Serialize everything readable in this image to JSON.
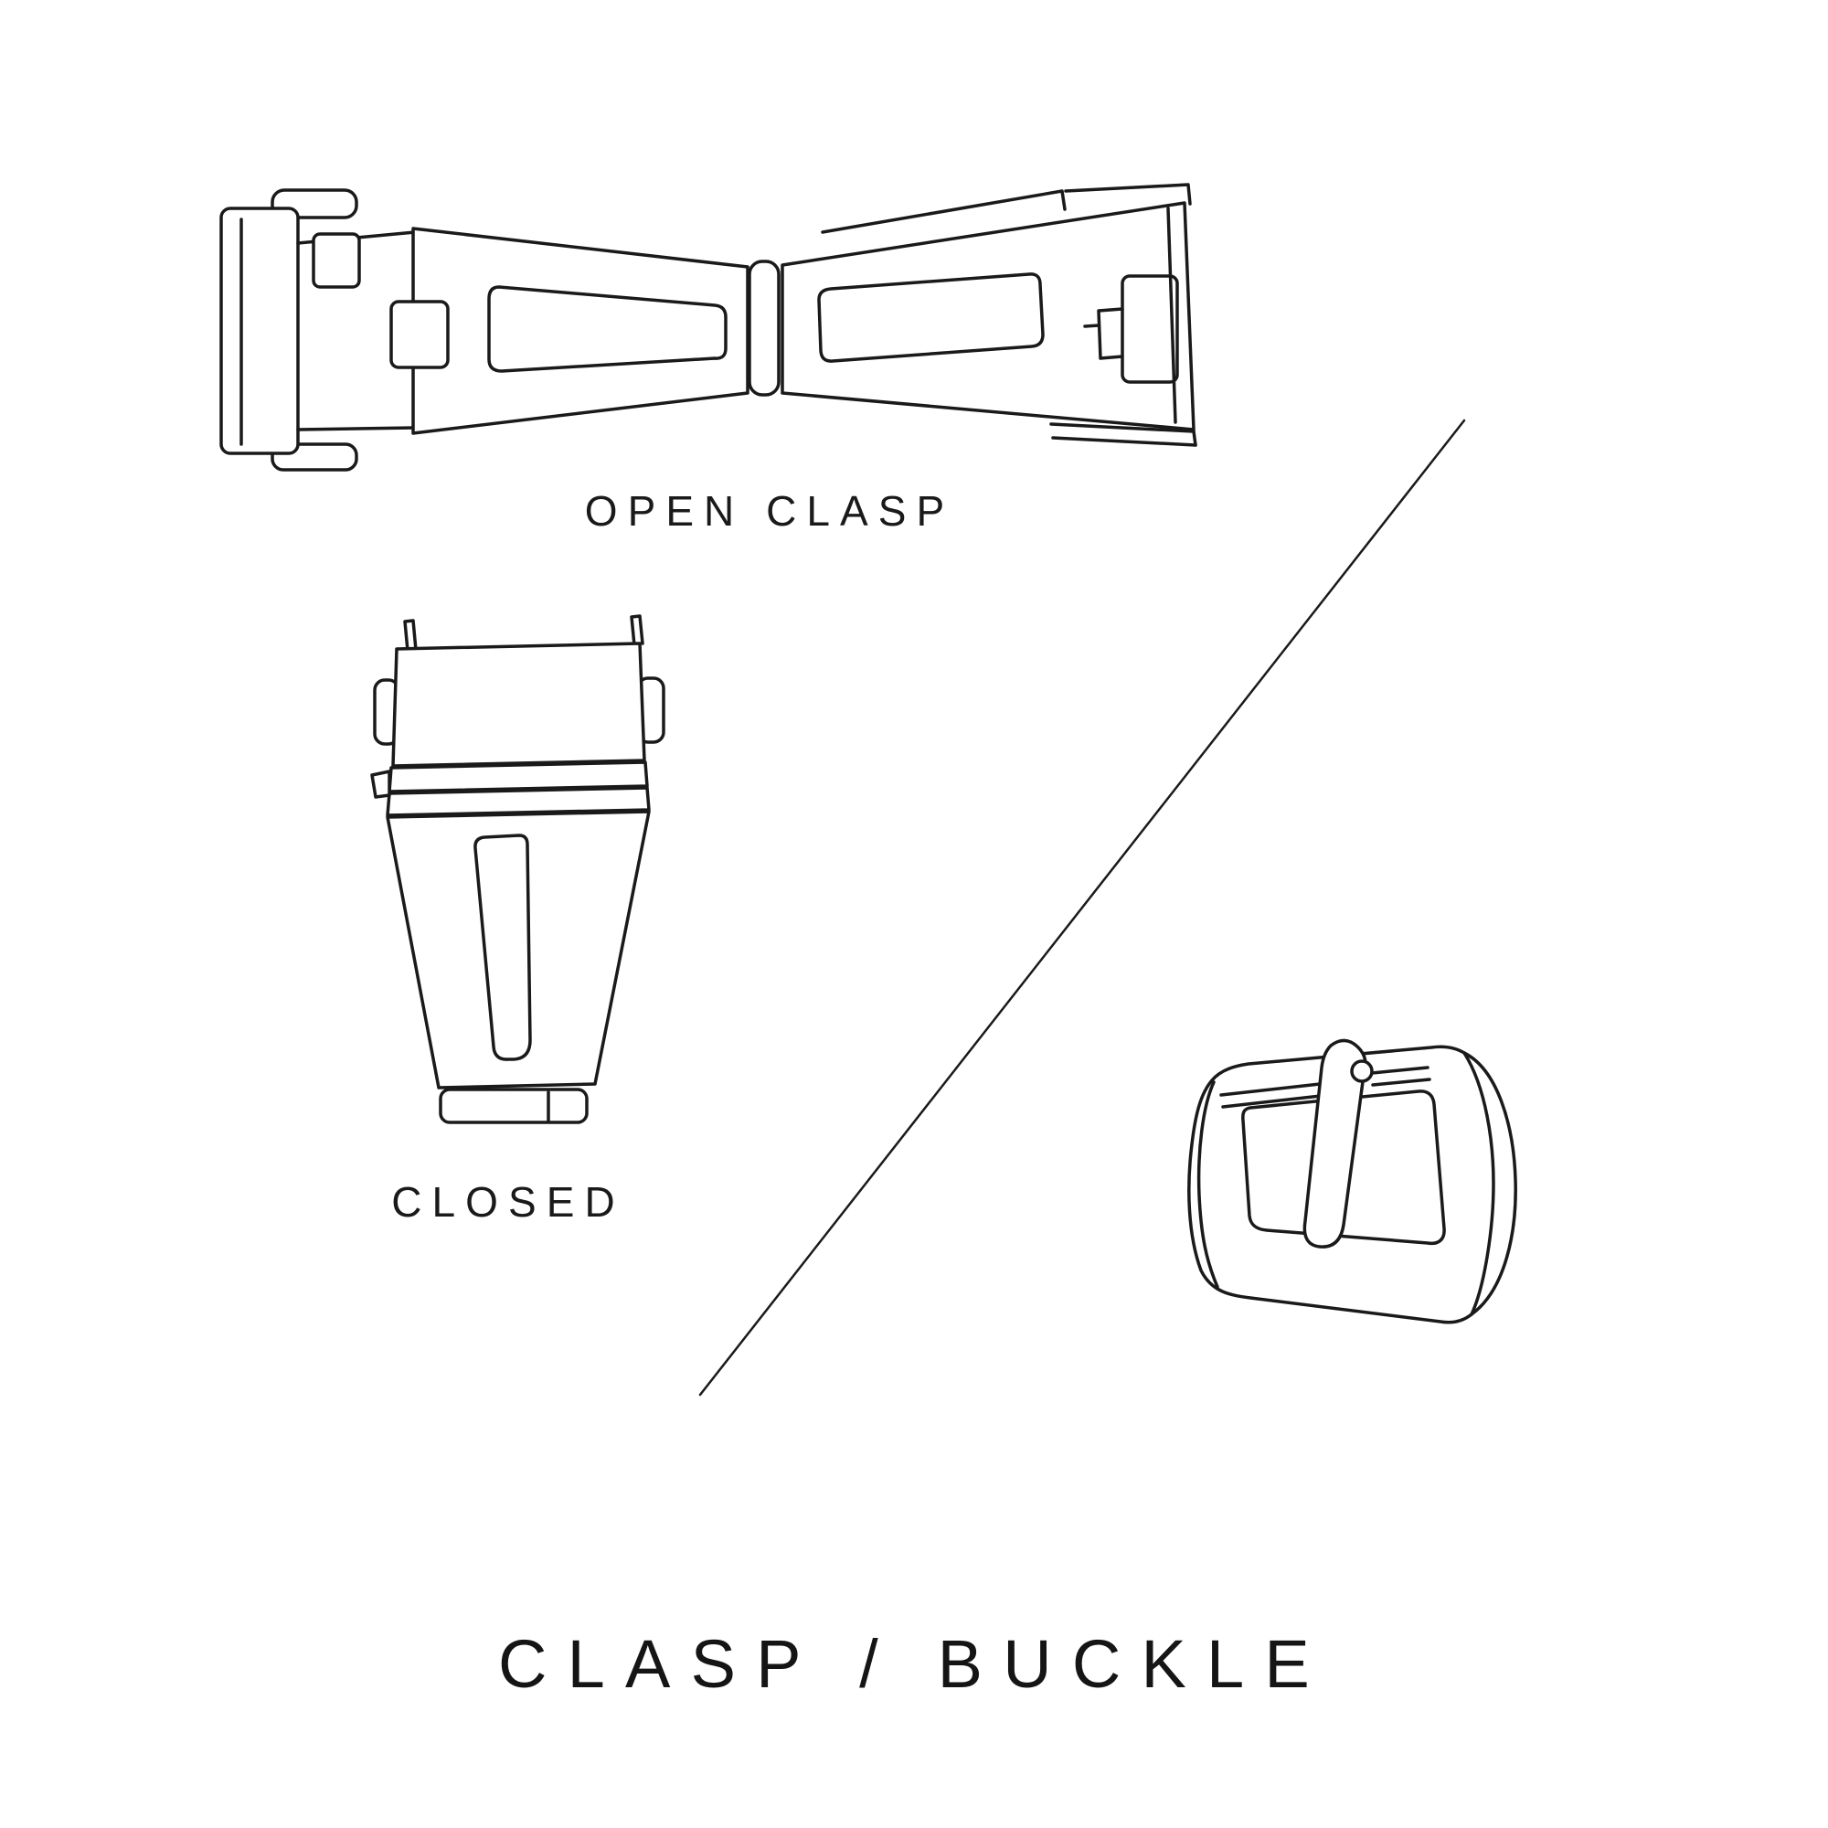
{
  "title": "CLASP / BUCKLE",
  "colors": {
    "background": "#ffffff",
    "ink": "#1a1a1a"
  },
  "figures": {
    "open_clasp": {
      "label": "OPEN CLASP",
      "icon": "open-clasp-illustration"
    },
    "closed_clasp": {
      "label": "CLOSED",
      "icon": "closed-clasp-illustration"
    },
    "buckle": {
      "icon": "buckle-illustration"
    }
  }
}
